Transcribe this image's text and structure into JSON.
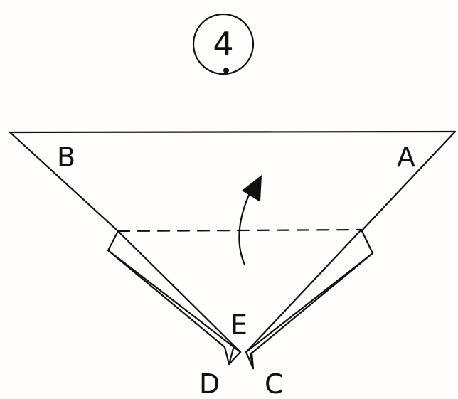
{
  "step": {
    "number": "4"
  },
  "labels": {
    "a": "A",
    "b": "B",
    "c": "C",
    "d": "D",
    "e": "E"
  },
  "colors": {
    "ink": "#111111",
    "paper": "#fffefc"
  }
}
